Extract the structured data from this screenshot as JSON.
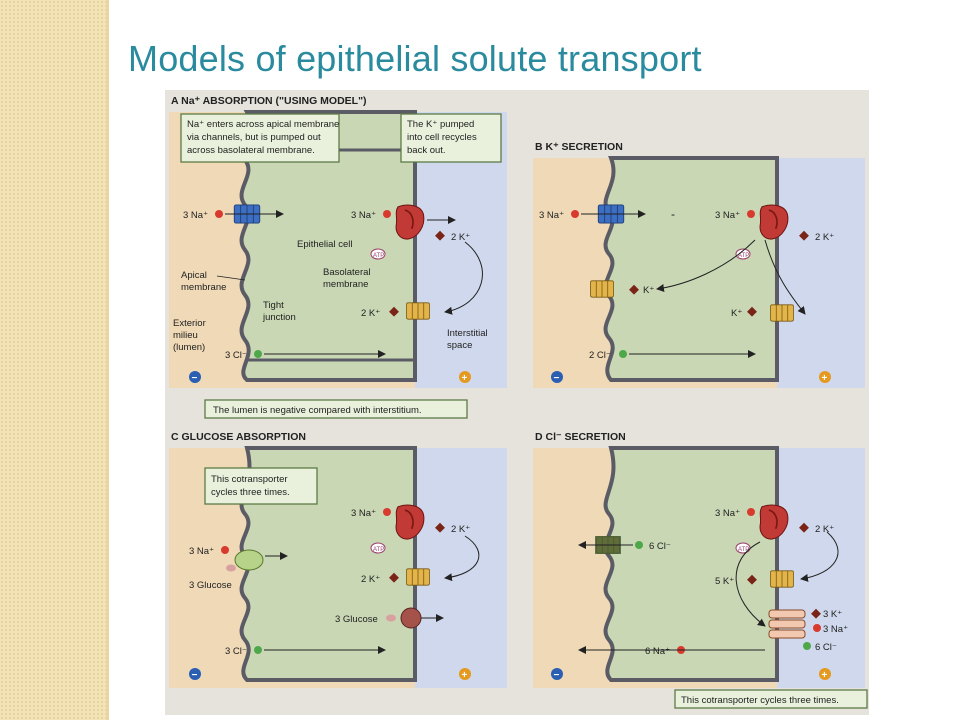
{
  "slide": {
    "title": "Models of epithelial solute transport",
    "colors": {
      "title": "#2a8a9e",
      "stripe": "#f3e4b8",
      "cell": "#c9d7b4",
      "lumen": "#efd9b7",
      "interstitium": "#cfd8ec"
    }
  },
  "figure": {
    "panel_a": {
      "heading": "A  Na⁺ ABSORPTION (\"USING MODEL\")",
      "callout_na": [
        "Na⁺ enters across apical membrane",
        "via channels, but is pumped out",
        "across basolateral membrane."
      ],
      "callout_k": [
        "The K⁺ pumped",
        "into cell recycles",
        "back out."
      ],
      "na_left": "3 Na⁺",
      "na_pump": "3 Na⁺",
      "k_pump": "2 K⁺",
      "k_channel": "2 K⁺",
      "atp": "ATP",
      "epithelial_cell": "Epithelial cell",
      "apical_membrane": [
        "Apical",
        "membrane"
      ],
      "basolateral_membrane": [
        "Basolateral",
        "membrane"
      ],
      "tight_junction": [
        "Tight",
        "junction"
      ],
      "exterior_milieu": [
        "Exterior",
        "milieu",
        "(lumen)"
      ],
      "interstitial_space": [
        "Interstitial",
        "space"
      ],
      "cl_para": "3 Cl⁻",
      "lumen_note": "The lumen is negative compared with interstitium.",
      "minus": "−",
      "plus": "+"
    },
    "panel_b": {
      "heading": "B  K⁺ SECRETION",
      "na_left": "3 Na⁺",
      "na_pump": "3 Na⁺",
      "k_pump": "2 K⁺",
      "k_apical": "K⁺",
      "k_baso": "K⁺",
      "cl_para": "2 Cl⁻",
      "dash": "-",
      "atp": "ATP",
      "minus": "−",
      "plus": "+"
    },
    "panel_c": {
      "heading": "C  GLUCOSE ABSORPTION",
      "callout": [
        "This cotransporter",
        "cycles three times."
      ],
      "na_left": "3 Na⁺",
      "glucose_left": "3 Glucose",
      "na_pump": "3 Na⁺",
      "k_pump": "2 K⁺",
      "k_channel": "2 K⁺",
      "glucose_baso": "3 Glucose",
      "cl_para": "3 Cl⁻",
      "atp": "ATP",
      "minus": "−",
      "plus": "+"
    },
    "panel_d": {
      "heading": "D  Cl⁻ SECRETION",
      "cl_apical": "6 Cl⁻",
      "na_pump": "3 Na⁺",
      "k_pump": "2 K⁺",
      "k_channel": "5 K⁺",
      "k_cotrans": "3 K⁺",
      "na_cotrans": "3 Na⁺",
      "cl_cotrans": "6 Cl⁻",
      "na_para": "6 Na⁺",
      "atp": "ATP",
      "callout": "This cotransporter cycles three times.",
      "minus": "−",
      "plus": "+"
    }
  }
}
